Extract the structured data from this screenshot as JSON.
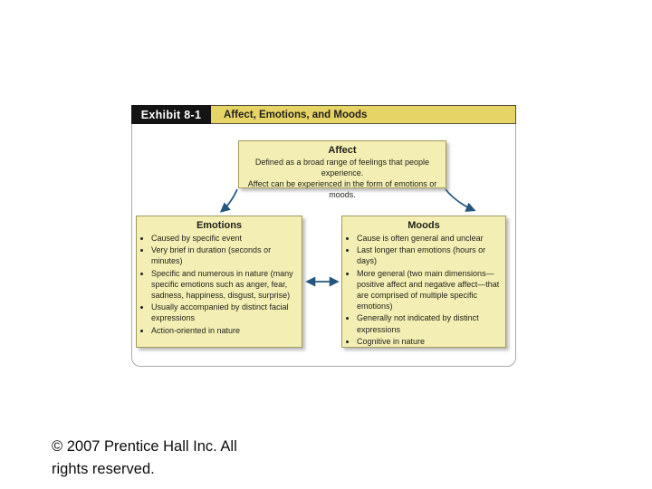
{
  "slide": {
    "exhibit_label": "Exhibit 8-1",
    "exhibit_title": "Affect, Emotions, and Moods",
    "copyright_line1": "© 2007 Prentice Hall Inc. All",
    "copyright_line2": "rights reserved."
  },
  "diagram": {
    "affect": {
      "title": "Affect",
      "line1": "Defined as a broad range of feelings that people experience.",
      "line2": "Affect can be experienced in the form of emotions or moods."
    },
    "emotions": {
      "title": "Emotions",
      "bullets": [
        "Caused by specific event",
        "Very brief in duration (seconds or minutes)",
        "Specific and numerous in nature (many specific emotions such as anger, fear, sadness, happiness, disgust, surprise)",
        "Usually accompanied by distinct facial expressions",
        "Action-oriented in nature"
      ]
    },
    "moods": {
      "title": "Moods",
      "bullets": [
        "Cause is often general and unclear",
        "Last longer than emotions (hours or days)",
        "More general (two main dimensions—positive affect and negative affect—that are comprised of multiple specific emotions)",
        "Generally not indicated by distinct expressions",
        "Cognitive in nature"
      ]
    }
  },
  "colors": {
    "header_yellow": "#e7d466",
    "box_yellow": "#f3efb4",
    "box_border": "#a39a5c",
    "arrow_blue": "#24567f",
    "frame_gray": "#a8a8a8",
    "label_black": "#141414",
    "text_dark": "#1f1f1a"
  }
}
